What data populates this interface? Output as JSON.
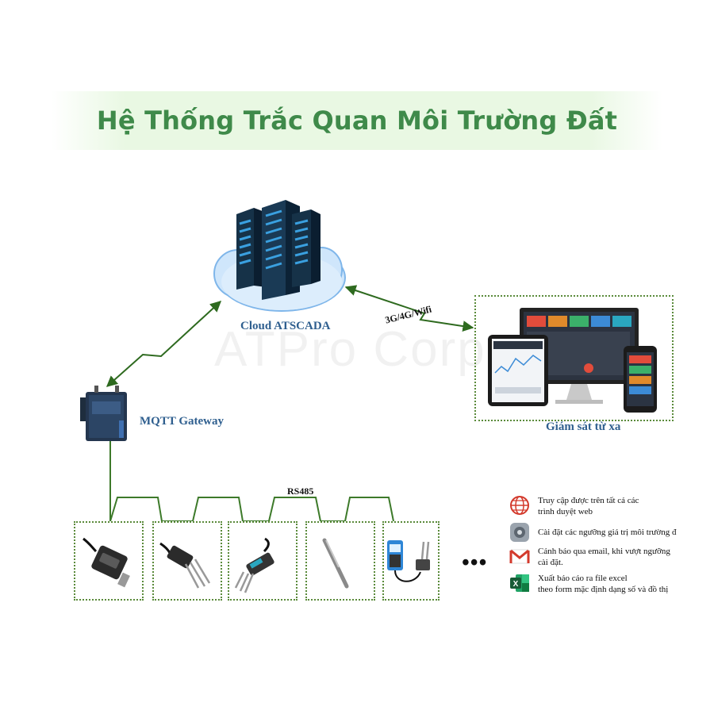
{
  "title": "Hệ Thống Trắc Quan Môi Trường Đất",
  "watermark": "ATPro Corp",
  "cloud": {
    "label": "Cloud ATSCADA"
  },
  "gateway": {
    "label": "MQTT Gateway"
  },
  "links": {
    "wireless": "3G/4G/Wifi",
    "bus": "RS485"
  },
  "monitoring": {
    "label": "Giám sát từ xa"
  },
  "more_sensors": "•••",
  "features": [
    {
      "icon": "globe-icon",
      "lines": [
        "Truy cập được trên tất cả các",
        "trình duyệt web"
      ]
    },
    {
      "icon": "settings-icon",
      "lines": [
        "Cài đặt các ngưỡng giá trị môi trường đ"
      ]
    },
    {
      "icon": "gmail-icon",
      "lines": [
        "Cảnh báo qua email, khi vượt ngưỡng",
        "cài đặt."
      ]
    },
    {
      "icon": "excel-icon",
      "lines": [
        "Xuất báo cáo ra file excel",
        "theo form mặc định dạng số và đồ thị"
      ]
    }
  ],
  "colors": {
    "title": "#3f8a4a",
    "line": "#3d7a2a",
    "label": "#2f5f8f",
    "banner": "#e9f8e3"
  }
}
